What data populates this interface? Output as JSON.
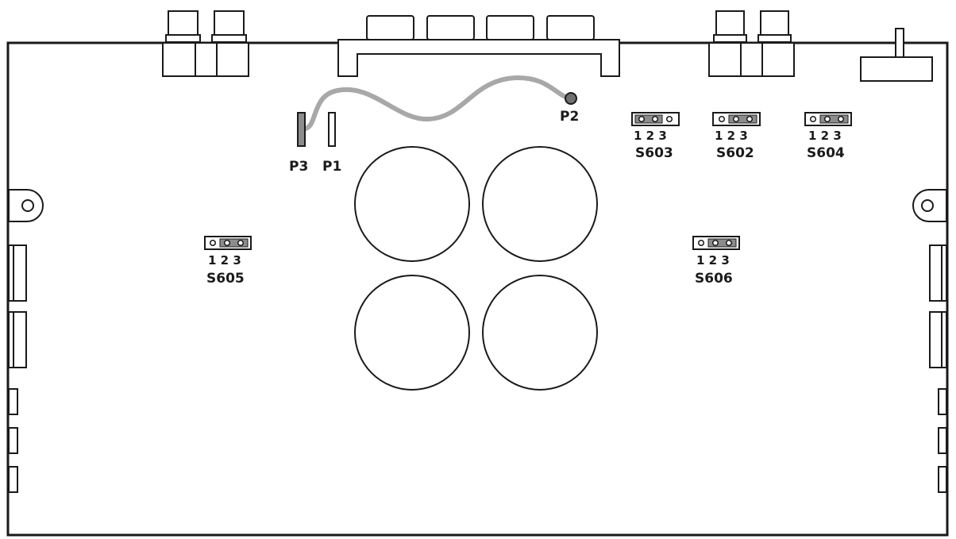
{
  "colors": {
    "line": "#1a1a1a",
    "jumper": "#8c8c8c",
    "cable": "#a8a8a8",
    "plug": "#707070",
    "board": "#ffffff"
  },
  "icons": {
    "plug_end": "filled-circle-plug",
    "mount": "screw-hole-circle",
    "jumper_pin": "hollow-circle-pin"
  },
  "cable_labels": {
    "p1": "P1",
    "p2": "P2",
    "p3": "P3"
  },
  "jumpers": [
    {
      "id": "s603",
      "name": "S603",
      "pins": "1 2 3",
      "bridged": "1-2"
    },
    {
      "id": "s602",
      "name": "S602",
      "pins": "1 2 3",
      "bridged": "2-3"
    },
    {
      "id": "s604",
      "name": "S604",
      "pins": "1 2 3",
      "bridged": "2-3"
    },
    {
      "id": "s605",
      "name": "S605",
      "pins": "1 2 3",
      "bridged": "2-3"
    },
    {
      "id": "s606",
      "name": "S606",
      "pins": "1 2 3",
      "bridged": "2-3"
    }
  ]
}
